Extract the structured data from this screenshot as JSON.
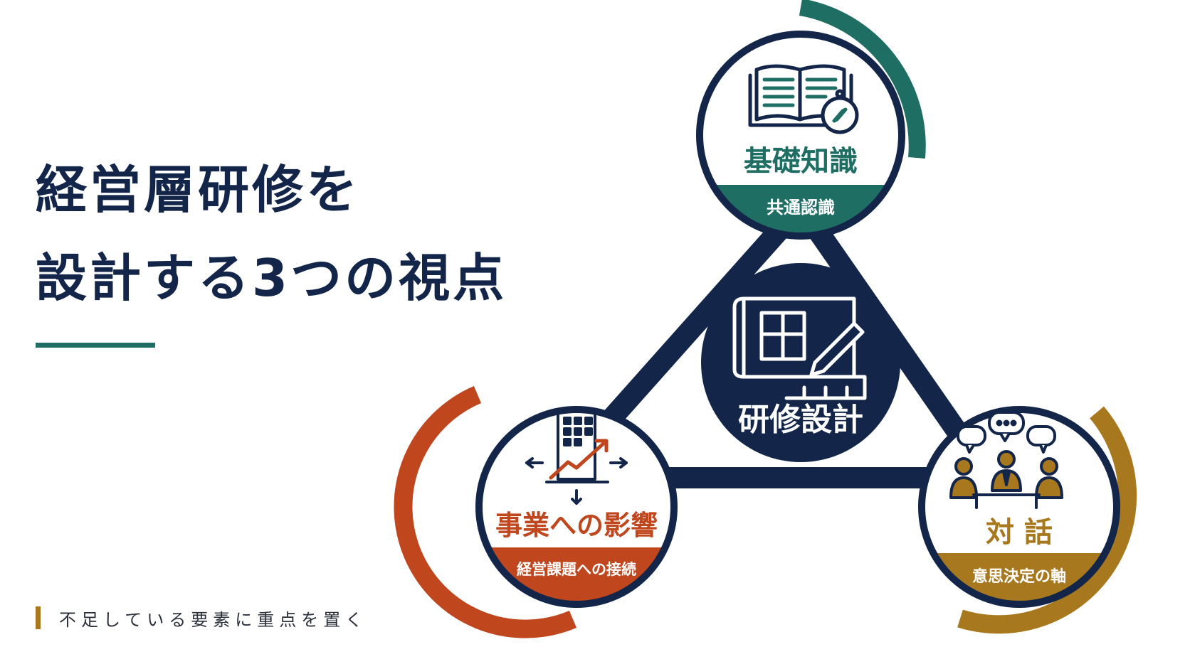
{
  "title": {
    "line1": "経営層研修を",
    "line2": "設計する3つの視点"
  },
  "footnote": "不足している要素に重点を置く",
  "center": {
    "label": "研修設計",
    "icon": "blueprint-pencil-icon"
  },
  "nodes": {
    "top": {
      "title": "基礎知識",
      "subtitle": "共通認識",
      "icon": "book-compass-icon",
      "color": "#1e6e64"
    },
    "left": {
      "title": "事業への影響",
      "subtitle": "経営課題への接続",
      "icon": "building-growth-icon",
      "color": "#c0461e"
    },
    "right": {
      "title": "対 話",
      "subtitle": "意思決定の軸",
      "icon": "meeting-dialogue-icon",
      "color": "#a8781e"
    }
  },
  "colors": {
    "navy": "#13264a",
    "teal": "#1e6e64",
    "orange": "#c0461e",
    "gold": "#a8781e"
  }
}
